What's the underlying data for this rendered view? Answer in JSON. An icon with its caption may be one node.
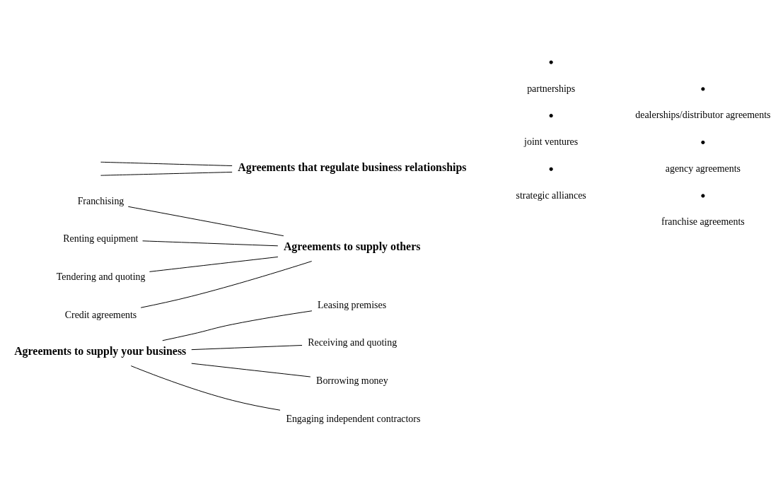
{
  "diagram": {
    "nodes": [
      {
        "text": [
          "Agreements to supply your business"
        ]
      },
      {
        "text": [
          "Leasing premises"
        ]
      },
      {
        "text": [
          "Receiving and quoting"
        ]
      },
      {
        "text": [
          "Borrowing money"
        ]
      },
      {
        "text": [
          "Engaging independent contractors"
        ]
      },
      {
        "text": [
          "Franchising"
        ]
      },
      {
        "text": [
          "Renting equipment"
        ]
      },
      {
        "text": [
          "Tendering and quoting"
        ]
      },
      {
        "text": [
          "Credit agreements"
        ]
      },
      {
        "text": [
          "Agreements to supply others"
        ]
      },
      {
        "text": [
          "Agreements that regulate business relationships"
        ]
      }
    ],
    "edges": [
      {
        "from": 0,
        "to": 1,
        "arrow": "none"
      },
      {
        "from": 0,
        "to": 2,
        "arrow": "none"
      },
      {
        "from": 0,
        "to": 3,
        "arrow": "none"
      },
      {
        "from": 0,
        "to": 4,
        "arrow": "none"
      },
      {
        "from": 5,
        "to": 9,
        "arrow": "none"
      },
      {
        "from": 6,
        "to": 9,
        "arrow": "none"
      },
      {
        "from": 7,
        "to": 9,
        "arrow": "none"
      },
      {
        "from": 8,
        "to": 9,
        "arrow": "none"
      },
      {
        "from": null,
        "to": 10,
        "arrow": "none"
      },
      {
        "from": null,
        "to": 10,
        "arrow": "none"
      }
    ],
    "labels": [
      "strategic alliances",
      "joint ventures",
      "partnerships",
      "franchise agreements",
      "agency agreements",
      "dealerships/distributor agreements"
    ]
  }
}
